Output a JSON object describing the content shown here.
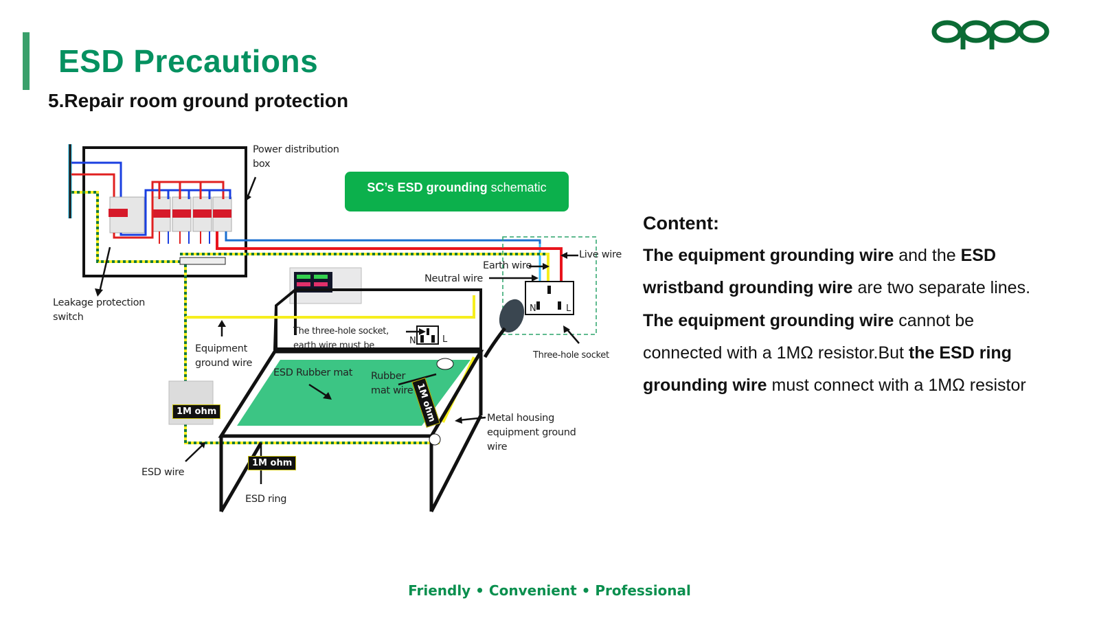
{
  "header": {
    "title": "ESD Precautions",
    "subtitle": "5.Repair room ground protection",
    "logo_text": "oppo",
    "brand_color": "#059160"
  },
  "diagram": {
    "schematic_button": {
      "bold": "SC’s ESD grounding",
      "light": "schematic"
    },
    "labels": {
      "power_box_line1": "Power distribution",
      "power_box_line2": "box",
      "leakage_line1": "Leakage protection",
      "leakage_line2": "switch",
      "earth_wire": "Earth wire",
      "neutral_wire": "Neutral wire",
      "live_wire": "Live wire",
      "three_hole_socket": "Three-hole socket",
      "socket_note_line1": "The three-hole socket,",
      "socket_note_line2": "earth wire must be",
      "equipment_ground_line1": "Equipment",
      "equipment_ground_line2": "ground wire",
      "rubber_mat": "ESD Rubber mat",
      "rubber_mat_wire_line1": "Rubber",
      "rubber_mat_wire_line2": "mat wire",
      "metal_housing_line1": "Metal housing",
      "metal_housing_line2": "equipment ground",
      "metal_housing_line3": "wire",
      "esd_wire": "ESD wire",
      "esd_ring": "ESD ring",
      "socket_n": "N",
      "socket_l": "L"
    },
    "resistor_badges": [
      "1M ohm",
      "1M ohm",
      "1M ohm"
    ]
  },
  "content": {
    "heading": "Content:",
    "p1": [
      {
        "t": "The equipment grounding wire",
        "b": true
      },
      {
        "t": " and the ",
        "b": false
      },
      {
        "t": "ESD wristband grounding wire",
        "b": true
      },
      {
        "t": " are two separate lines.",
        "b": false
      }
    ],
    "p2": [
      {
        "t": "The equipment grounding wire",
        "b": true
      },
      {
        "t": " cannot be connected  with a 1MΩ resistor.But ",
        "b": false
      },
      {
        "t": "the ESD ring grounding wire",
        "b": true
      },
      {
        "t": " must connect with a 1MΩ resistor",
        "b": false
      }
    ]
  },
  "footer": {
    "tagline": "Friendly • Convenient • Professional"
  }
}
